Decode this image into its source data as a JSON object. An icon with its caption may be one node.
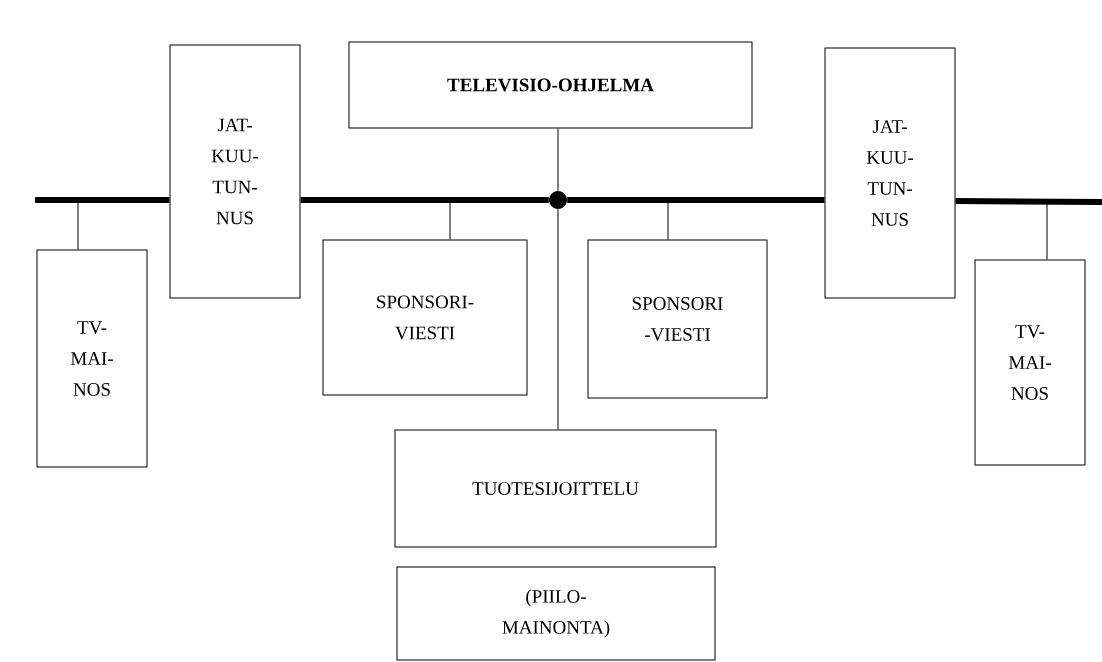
{
  "diagram": {
    "nodes": [
      {
        "text": [
          "TELEVISIO-OHJELMA"
        ]
      },
      {
        "text": [
          "JAT- KUU- TUN- NUS"
        ]
      },
      {
        "text": [
          "JAT- KUU- TUN- NUS"
        ]
      },
      {
        "text": [
          "TV- MAI- NOS"
        ]
      },
      {
        "text": [
          "SPONSORI- VIESTI"
        ]
      },
      {
        "text": [
          "SPONSORI -VIESTI"
        ]
      },
      {
        "text": [
          "TV- MAI- NOS"
        ]
      },
      {
        "text": [
          "TUOTESIJOITTELU"
        ]
      },
      {
        "text": [
          "(PIILO- MAINONTA)"
        ]
      },
      {
        "text": [],
        "shape": "circle"
      }
    ],
    "edges": [
      {
        "from": null,
        "to": 1,
        "arrow": "none",
        "style": "thick"
      },
      {
        "from": 1,
        "to": 9,
        "arrow": "none",
        "style": "thick"
      },
      {
        "from": 9,
        "to": 2,
        "arrow": "none",
        "style": "thick"
      },
      {
        "from": 2,
        "to": null,
        "arrow": "none",
        "style": "thick"
      },
      {
        "from": null,
        "to": 3,
        "arrow": "none"
      },
      {
        "from": null,
        "to": 4,
        "arrow": "none"
      },
      {
        "from": null,
        "to": 5,
        "arrow": "none"
      },
      {
        "from": null,
        "to": 6,
        "arrow": "none"
      },
      {
        "from": 0,
        "to": 9,
        "arrow": "none"
      },
      {
        "from": 9,
        "to": 7,
        "arrow": "none"
      }
    ]
  }
}
